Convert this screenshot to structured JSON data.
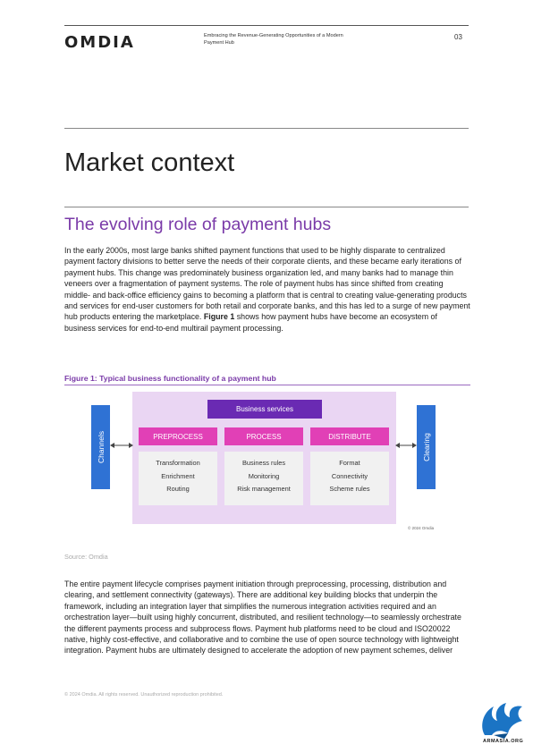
{
  "header": {
    "logo": "OMDIA",
    "title": "Embracing the Revenue-Generating Opportunities of a Modern Payment Hub",
    "page_number": "03"
  },
  "section_title": "Market context",
  "subsection_title": "The evolving role of payment hubs",
  "paragraph1": {
    "before_bold": "In the early 2000s, most large banks shifted payment functions that used to be highly disparate to centralized payment factory divisions to better serve the needs of their corporate clients, and these became early iterations of payment hubs. This change was predominately business organization led, and many banks had to manage thin veneers over a fragmentation of payment systems. The role of payment hubs has since shifted from creating middle- and back-office efficiency gains to becoming a platform that is central to creating value-generating products and services for end-user customers for both retail and corporate banks, and this has led to a surge of new payment hub products entering the marketplace.",
    "bold": "Figure 1",
    "after_bold": "shows how payment hubs have become an ecosystem of business services for end-to-end multirail payment processing."
  },
  "figure": {
    "title": "Figure 1: Typical business functionality of a payment hub",
    "business_services": "Business services",
    "left_bar": "Channels",
    "right_bar": "Clearing",
    "stages": [
      {
        "label": "PREPROCESS",
        "items": [
          "Transformation",
          "Enrichment",
          "Routing"
        ]
      },
      {
        "label": "PROCESS",
        "items": [
          "Business rules",
          "Monitoring",
          "Risk management"
        ]
      },
      {
        "label": "DISTRIBUTE",
        "items": [
          "Format",
          "Connectivity",
          "Scheme rules"
        ]
      }
    ],
    "copyright": "© 2024 Omdia",
    "source": "Source: Omdia"
  },
  "paragraph2": "The entire payment lifecycle comprises payment initiation through preprocessing, processing, distribution and clearing, and settlement connectivity (gateways). There are additional key building blocks that underpin the framework, including an integration layer that simplifies the numerous integration activities required and an orchestration layer—built using highly concurrent, distributed, and resilient technology—to seamlessly orchestrate the different payments process and subprocess flows. Payment hub platforms need to be cloud and ISO20022 native, highly cost-effective, and collaborative and to combine the use of open source technology with lightweight integration. Payment hubs are ultimately designed to accelerate the adoption of new payment schemes, deliver",
  "footer": "© 2024 Omdia. All rights reserved. Unauthorized reproduction prohibited.",
  "watermark_text": "ARMASIA.ORG",
  "colors": {
    "accent_purple": "#7a3aa8",
    "business_services": "#6a2ab3",
    "stage_header": "#e140b6",
    "side_bar": "#2f72d4",
    "diagram_bg": "#ead6f3"
  }
}
